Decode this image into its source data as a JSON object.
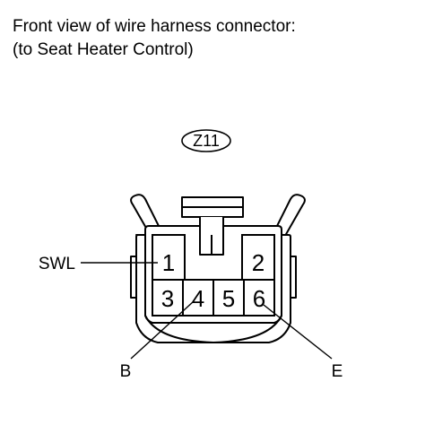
{
  "caption": {
    "line1": "Front view of wire harness connector:",
    "line2": "(to Seat Heater Control)"
  },
  "connector": {
    "id": "Z11",
    "pins": [
      "1",
      "2",
      "3",
      "4",
      "5",
      "6"
    ]
  },
  "callouts": {
    "swl": "SWL",
    "b": "B",
    "e": "E"
  }
}
